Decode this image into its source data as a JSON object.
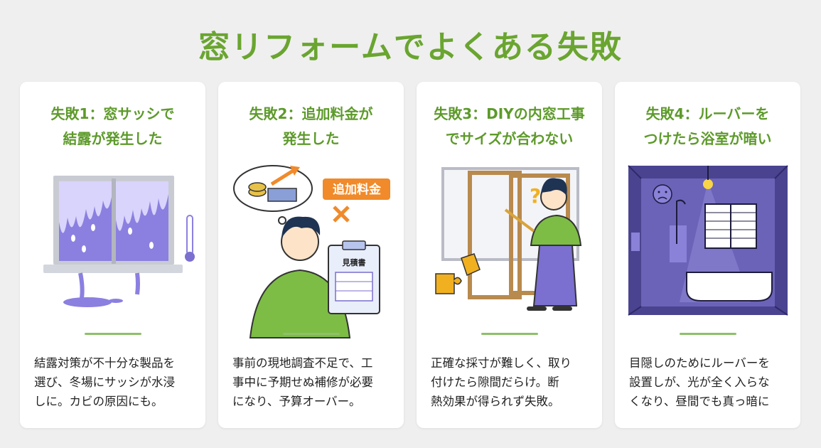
{
  "title": "窓リフォームでよくある失敗",
  "cards": [
    {
      "title_lines": [
        "失敗1：窓サッシで",
        "結露が発生した"
      ],
      "illustration": "condensation-window-icon",
      "body_lines": [
        "結露対策が不十分な製品を",
        "選び、冬場にサッシが水浸",
        "しに。カビの原因にも。"
      ]
    },
    {
      "title_lines": [
        "失敗2：追加料金が",
        "発生した"
      ],
      "illustration": "worried-man-estimate-icon",
      "price_tag": "追加料金",
      "estimate_label": "見積書",
      "body_lines": [
        "事前の現地調査不足で、工",
        "事中に予期せぬ補修が必要",
        "になり、予算オーバー。"
      ]
    },
    {
      "title_lines": [
        "失敗3：DIYの内窓工事",
        "でサイズが合わない"
      ],
      "illustration": "diy-inner-window-icon",
      "body_lines": [
        "正確な採寸が難しく、取り",
        "付けたら隙間だらけ。断",
        "熱効果が得られず失敗。"
      ]
    },
    {
      "title_lines": [
        "失敗4：ルーバーを",
        "つけたら浴室が暗い"
      ],
      "illustration": "dark-bathroom-icon",
      "body_lines": [
        "目隠しのためにルーバーを",
        "設置しが、光が全く入らな",
        "くなり、昼間でも真っ暗に"
      ]
    }
  ],
  "colors": {
    "accent_green": "#6aa530",
    "purple": "#7b6fd0",
    "orange": "#f08a2a"
  }
}
